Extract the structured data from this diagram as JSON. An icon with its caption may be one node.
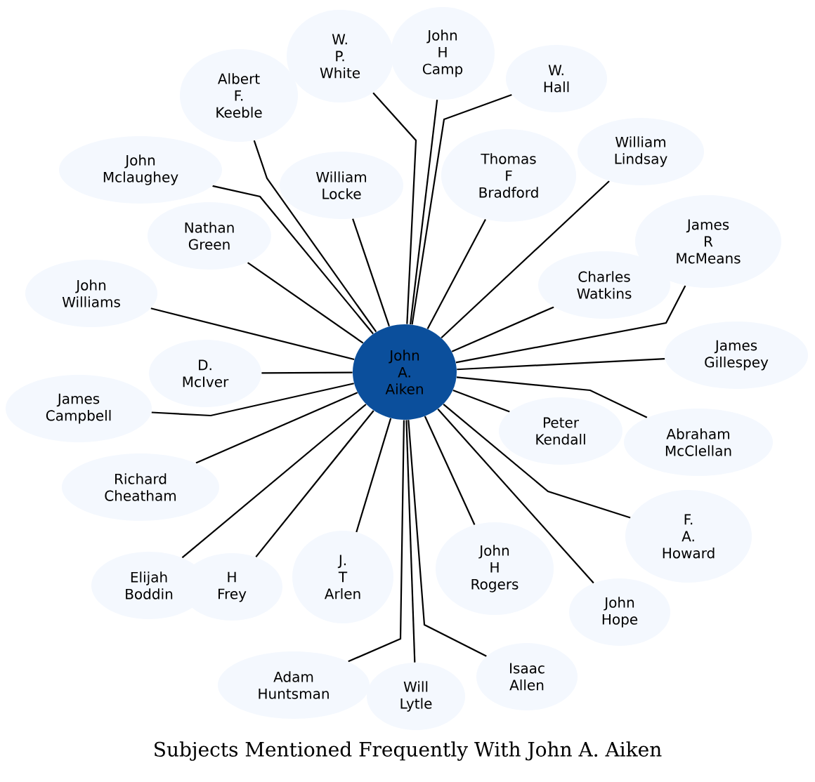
{
  "diagram": {
    "title": "Subjects Mentioned Frequently With John A. Aiken",
    "nodes": [
      {
        "text": [
          "John A. Aiken"
        ]
      },
      {
        "text": [
          "W. P. White"
        ]
      },
      {
        "text": [
          "John H Camp"
        ]
      },
      {
        "text": [
          "Albert F. Keeble"
        ]
      },
      {
        "text": [
          "W. Hall"
        ]
      },
      {
        "text": [
          "William Locke"
        ]
      },
      {
        "text": [
          "Thomas F Bradford"
        ]
      },
      {
        "text": [
          "William Lindsay"
        ]
      },
      {
        "text": [
          "John Mclaughey"
        ]
      },
      {
        "text": [
          "James R McMeans"
        ]
      },
      {
        "text": [
          "Nathan Green"
        ]
      },
      {
        "text": [
          "Charles Watkins"
        ]
      },
      {
        "text": [
          "John Williams"
        ]
      },
      {
        "text": [
          "James Gillespey"
        ]
      },
      {
        "text": [
          "D. McIver"
        ]
      },
      {
        "text": [
          "James Campbell"
        ]
      },
      {
        "text": [
          "Peter Kendall"
        ]
      },
      {
        "text": [
          "Abraham McClellan"
        ]
      },
      {
        "text": [
          "Richard Cheatham"
        ]
      },
      {
        "text": [
          "F. A. Howard"
        ]
      },
      {
        "text": [
          "John H Rogers"
        ]
      },
      {
        "text": [
          "J. T Arlen"
        ]
      },
      {
        "text": [
          "Elijah Boddin"
        ]
      },
      {
        "text": [
          "H Frey"
        ]
      },
      {
        "text": [
          "John Hope"
        ]
      },
      {
        "text": [
          "Isaac Allen"
        ]
      },
      {
        "text": [
          "Adam Huntsman"
        ]
      },
      {
        "text": [
          "Will Lytle"
        ]
      }
    ],
    "edges": [
      {
        "from": 0,
        "to": 1,
        "arrow": "none"
      },
      {
        "from": 0,
        "to": 2,
        "arrow": "none"
      },
      {
        "from": 0,
        "to": 3,
        "arrow": "none"
      },
      {
        "from": 0,
        "to": 4,
        "arrow": "none"
      },
      {
        "from": 0,
        "to": 5,
        "arrow": "none"
      },
      {
        "from": 0,
        "to": 6,
        "arrow": "none"
      },
      {
        "from": 0,
        "to": 7,
        "arrow": "none"
      },
      {
        "from": 0,
        "to": 8,
        "arrow": "none"
      },
      {
        "from": 0,
        "to": 9,
        "arrow": "none"
      },
      {
        "from": 0,
        "to": 10,
        "arrow": "none"
      },
      {
        "from": 0,
        "to": 11,
        "arrow": "none"
      },
      {
        "from": 0,
        "to": 12,
        "arrow": "none"
      },
      {
        "from": 0,
        "to": 13,
        "arrow": "none"
      },
      {
        "from": 0,
        "to": 14,
        "arrow": "none"
      },
      {
        "from": 0,
        "to": 15,
        "arrow": "none"
      },
      {
        "from": 0,
        "to": 16,
        "arrow": "none"
      },
      {
        "from": 0,
        "to": 17,
        "arrow": "none"
      },
      {
        "from": 0,
        "to": 18,
        "arrow": "none"
      },
      {
        "from": 0,
        "to": 19,
        "arrow": "none"
      },
      {
        "from": 0,
        "to": 20,
        "arrow": "none"
      },
      {
        "from": 0,
        "to": 21,
        "arrow": "none"
      },
      {
        "from": 0,
        "to": 22,
        "arrow": "none"
      },
      {
        "from": 0,
        "to": 23,
        "arrow": "none"
      },
      {
        "from": 0,
        "to": 24,
        "arrow": "none"
      },
      {
        "from": 0,
        "to": 25,
        "arrow": "none"
      },
      {
        "from": 0,
        "to": 26,
        "arrow": "none"
      },
      {
        "from": 0,
        "to": 27,
        "arrow": "none"
      }
    ]
  }
}
